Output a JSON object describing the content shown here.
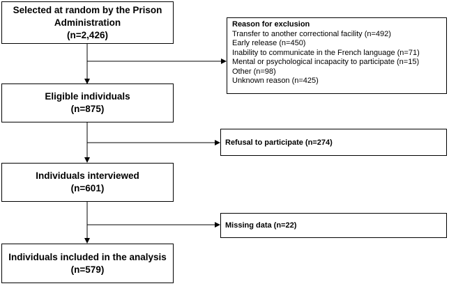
{
  "main_boxes": [
    {
      "title": "Selected at random by the Prison Administration",
      "count": "(n=2,426)"
    },
    {
      "title": "Eligible individuals",
      "count": "(n=875)"
    },
    {
      "title": "Individuals interviewed",
      "count": "(n=601)"
    },
    {
      "title": "Individuals included in the analysis",
      "count": "(n=579)"
    }
  ],
  "exclusion": {
    "heading": "Reason for exclusion",
    "reasons": [
      "Transfer to another correctional facility (n=492)",
      "Early release (n=450)",
      "Inability to communicate in the French language (n=71)",
      "Mental or psychological incapacity to participate (n=15)",
      "Other (n=98)",
      "Unknown reason (n=425)"
    ]
  },
  "refusal": "Refusal to participate (n=274)",
  "missing": "Missing data (n=22)"
}
